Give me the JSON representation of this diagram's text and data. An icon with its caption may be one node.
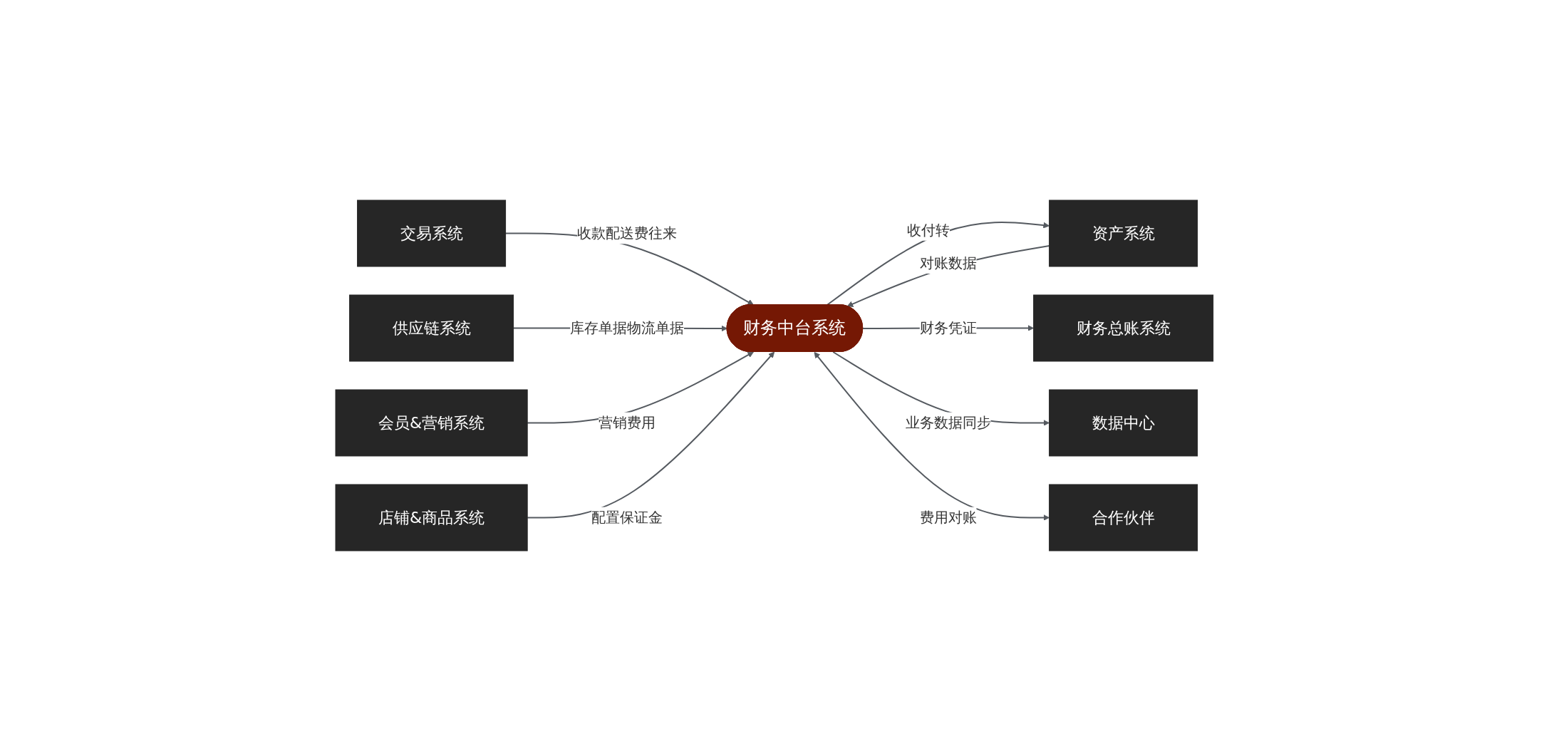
{
  "diagram": {
    "nodes": [
      {
        "text": [
          "交易系统"
        ]
      },
      {
        "text": [
          "供应链系统"
        ]
      },
      {
        "text": [
          "会员&营销系统"
        ]
      },
      {
        "text": [
          "店铺&商品系统"
        ]
      },
      {
        "text": [
          "资产系统"
        ]
      },
      {
        "text": [
          "财务中台系统"
        ]
      },
      {
        "text": [
          "财务总账系统"
        ]
      },
      {
        "text": [
          "数据中心"
        ]
      },
      {
        "text": [
          "合作伙伴"
        ]
      }
    ],
    "edges": [
      {
        "from": 0,
        "to": 5,
        "arrow": "to",
        "label": "收款配送费往来"
      },
      {
        "from": 1,
        "to": 5,
        "arrow": "to",
        "label": "库存单据物流单据"
      },
      {
        "from": 2,
        "to": 5,
        "arrow": "to",
        "label": "营销费用"
      },
      {
        "from": 3,
        "to": 5,
        "arrow": "to",
        "label": "配置保证金"
      },
      {
        "from": 5,
        "to": 4,
        "arrow": "to",
        "label": "收付转"
      },
      {
        "from": 4,
        "to": 5,
        "arrow": "to",
        "label": "对账数据"
      },
      {
        "from": 5,
        "to": 6,
        "arrow": "to",
        "label": "财务凭证"
      },
      {
        "from": 5,
        "to": 7,
        "arrow": "to",
        "label": "业务数据同步"
      },
      {
        "from": 5,
        "to": 8,
        "arrow": "both",
        "label": "费用对账"
      }
    ]
  }
}
